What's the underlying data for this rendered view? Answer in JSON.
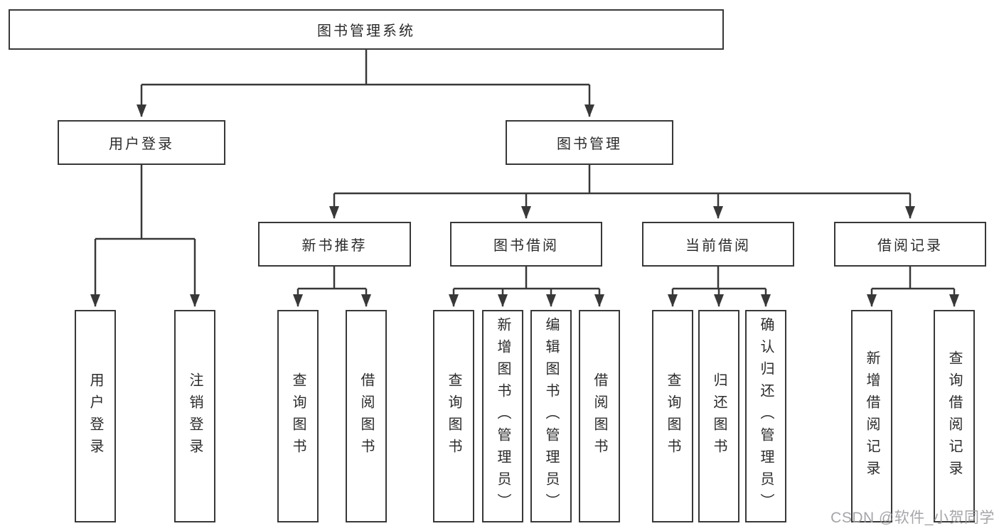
{
  "diagram": {
    "root": {
      "label": "图书管理系统"
    },
    "level2": [
      {
        "label": "用户登录"
      },
      {
        "label": "图书管理"
      }
    ],
    "level3": [
      {
        "label": "新书推荐"
      },
      {
        "label": "图书借阅"
      },
      {
        "label": "当前借阅"
      },
      {
        "label": "借阅记录"
      }
    ],
    "leaves": {
      "user_login": [
        "用户登录",
        "注销登录"
      ],
      "new_book": [
        "查询图书",
        "借阅图书"
      ],
      "book_borrow": [
        "查询图书",
        "新增图书（管理员）",
        "编辑图书（管理员）",
        "借阅图书"
      ],
      "current_borrow": [
        "查询图书",
        "归还图书",
        "确认归还（管理员）"
      ],
      "borrow_record": [
        "新增借阅记录",
        "查询借阅记录"
      ]
    }
  },
  "watermark": {
    "text": "CSDN @软件_小贺同学"
  },
  "colors": {
    "line": "#383838",
    "text": "#2b2b2b",
    "watermark": "#9c9ca1"
  }
}
